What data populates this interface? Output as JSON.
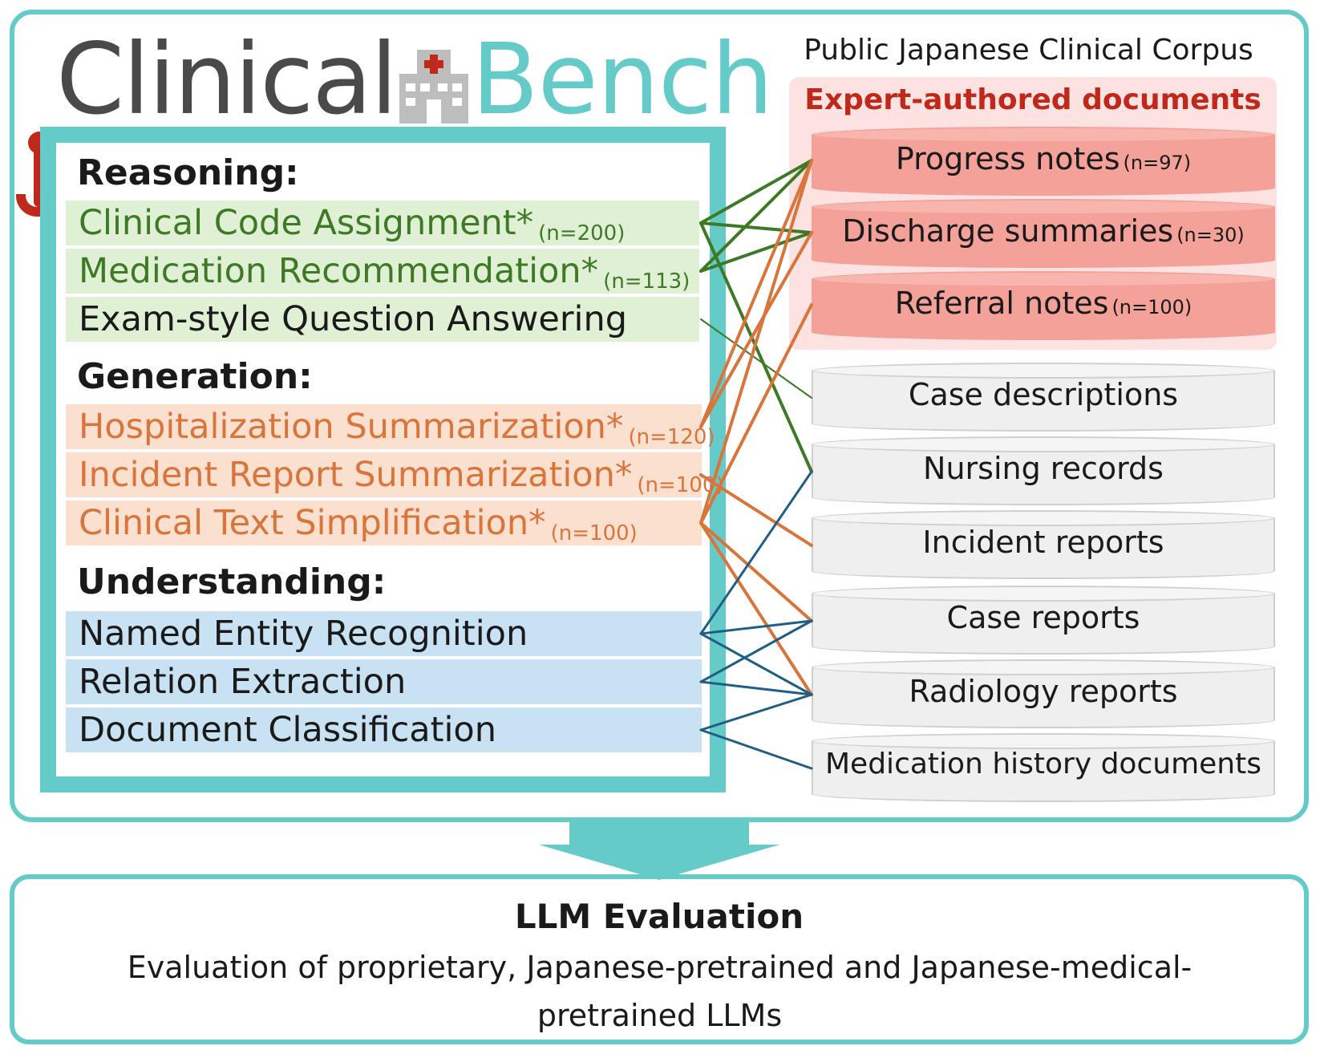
{
  "logo": {
    "part1": "Clinical",
    "part2": "Bench",
    "accent_red": "#c0281c",
    "accent_teal": "#64cbc8"
  },
  "categories": {
    "reasoning": {
      "title": "Reasoning:",
      "color": "#3e7a26",
      "tasks": [
        {
          "label": "Clinical Code Assignment*",
          "n": "(n=200)"
        },
        {
          "label": "Medication Recommendation*",
          "n": "(n=113)"
        },
        {
          "label": "Exam-style Question Answering",
          "n": ""
        }
      ]
    },
    "generation": {
      "title": "Generation:",
      "color": "#d9743a",
      "tasks": [
        {
          "label": "Hospitalization Summarization*",
          "n": "(n=120)"
        },
        {
          "label": "Incident Report Summarization*",
          "n": "(n=100)"
        },
        {
          "label": "Clinical Text Simplification*",
          "n": "(n=100)"
        }
      ]
    },
    "understanding": {
      "title": "Understanding:",
      "color": "#1f5f86",
      "tasks": [
        {
          "label": "Named Entity Recognition",
          "n": ""
        },
        {
          "label": "Relation Extraction",
          "n": ""
        },
        {
          "label": "Document Classification",
          "n": ""
        }
      ]
    }
  },
  "corpus": {
    "title": "Public Japanese Clinical Corpus",
    "expert_title": "Expert-authored documents",
    "expert_docs": [
      {
        "label": "Progress notes",
        "n": "(n=97)"
      },
      {
        "label": "Discharge summaries",
        "n": "(n=30)"
      },
      {
        "label": "Referral notes",
        "n": "(n=100)"
      }
    ],
    "other_docs": [
      {
        "label": "Case descriptions"
      },
      {
        "label": "Nursing records"
      },
      {
        "label": "Incident reports"
      },
      {
        "label": "Case reports"
      },
      {
        "label": "Radiology reports"
      },
      {
        "label": "Medication history documents"
      }
    ]
  },
  "evaluation": {
    "title": "LLM Evaluation",
    "description": "Evaluation of proprietary, Japanese-pretrained and Japanese-medical-pretrained LLMs"
  },
  "links": [
    {
      "from": "Clinical Code Assignment*",
      "to": [
        "Progress notes",
        "Discharge summaries",
        "Nursing records"
      ]
    },
    {
      "from": "Medication Recommendation*",
      "to": [
        "Progress notes",
        "Discharge summaries"
      ]
    },
    {
      "from": "Exam-style Question Answering",
      "to": [
        "Case descriptions"
      ]
    },
    {
      "from": "Hospitalization Summarization*",
      "to": [
        "Progress notes",
        "Discharge summaries"
      ]
    },
    {
      "from": "Incident Report Summarization*",
      "to": [
        "Incident reports"
      ]
    },
    {
      "from": "Clinical Text Simplification*",
      "to": [
        "Progress notes",
        "Referral notes",
        "Case reports",
        "Radiology reports"
      ]
    },
    {
      "from": "Named Entity Recognition",
      "to": [
        "Nursing records",
        "Case reports",
        "Radiology reports"
      ]
    },
    {
      "from": "Relation Extraction",
      "to": [
        "Case reports",
        "Radiology reports"
      ]
    },
    {
      "from": "Document Classification",
      "to": [
        "Radiology reports",
        "Medication history documents"
      ]
    }
  ]
}
